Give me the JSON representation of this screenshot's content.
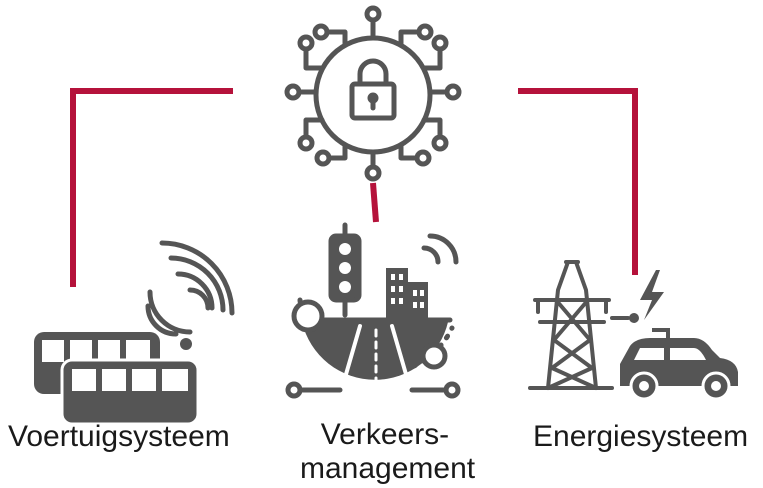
{
  "colors": {
    "connector": "#b5123b",
    "icon": "#555555",
    "text": "#1a1a1a"
  },
  "icons": {
    "center": "padlock-circuit-icon",
    "left": "bus-wifi-icon",
    "middle": "traffic-city-icon",
    "right": "power-pylon-ev-icon"
  },
  "labels": {
    "vehicle": "Voertuigsysteem",
    "traffic_line1": "Verkeers-",
    "traffic_line2": "management",
    "energy": "Energiesysteem"
  }
}
